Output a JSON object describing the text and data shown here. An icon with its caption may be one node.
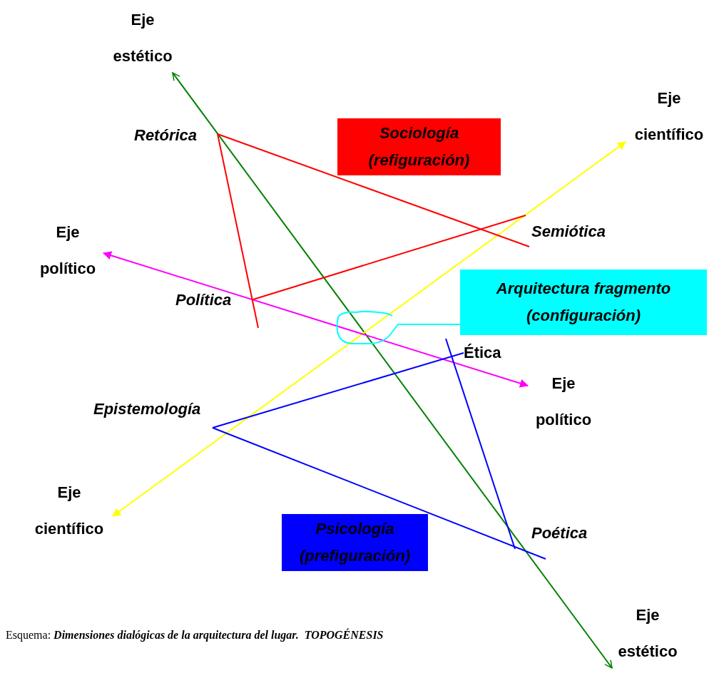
{
  "diagram": {
    "caption": "Esquema: *Dimensiones dialógicas de la arquitectura del lugar.  TOPOGÉNESIS*",
    "nodes": [
      {
        "text": [
          "Eje estético"
        ]
      },
      {
        "text": [
          "Eje científico"
        ]
      },
      {
        "text": [
          "Eje político"
        ]
      },
      {
        "text": [
          "Eje político"
        ]
      },
      {
        "text": [
          "Eje científico"
        ]
      },
      {
        "text": [
          "Eje estético"
        ]
      },
      {
        "text": [
          "Retórica"
        ]
      },
      {
        "text": [
          "Semiótica"
        ]
      },
      {
        "text": [
          "Política"
        ]
      },
      {
        "text": [
          "Ética"
        ]
      },
      {
        "text": [
          "Epistemología"
        ]
      },
      {
        "text": [
          "Poética"
        ]
      },
      {
        "text": [
          "Sociología (refiguración)"
        ]
      },
      {
        "text": [
          "Arquitectura fragmento (configuración)"
        ]
      },
      {
        "text": [
          "Psicología (prefiguración)"
        ]
      }
    ],
    "edges": [
      {
        "from": 5,
        "to": 0,
        "arrow": "both",
        "color": "#008000"
      },
      {
        "from": 4,
        "to": 1,
        "arrow": "both",
        "color": "#ffff00"
      },
      {
        "from": 2,
        "to": 3,
        "arrow": "both",
        "color": "#ff00ff"
      },
      {
        "from": 6,
        "to": 7,
        "arrow": "none",
        "color": "#ff0000"
      },
      {
        "from": 6,
        "to": 8,
        "arrow": "none",
        "color": "#ff0000"
      },
      {
        "from": 8,
        "to": 7,
        "arrow": "none",
        "color": "#ff0000"
      },
      {
        "from": 10,
        "to": 9,
        "arrow": "none",
        "color": "#0000ff"
      },
      {
        "from": 10,
        "to": 11,
        "arrow": "none",
        "color": "#0000ff"
      },
      {
        "from": 9,
        "to": 11,
        "arrow": "none",
        "color": "#0000ff"
      },
      {
        "from": 13,
        "to": null,
        "arrow": "none",
        "color": "#00ffff"
      }
    ]
  }
}
